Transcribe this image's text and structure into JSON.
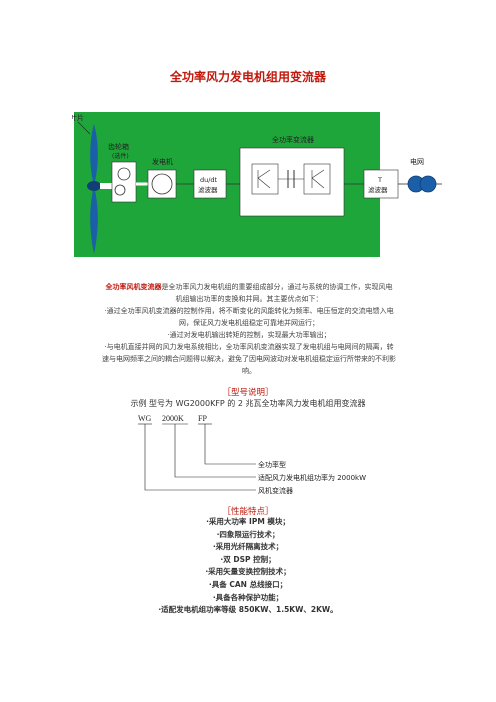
{
  "title": "全功率风力发电机组用变流器",
  "diagram": {
    "blade_label": "叶片",
    "gearbox_label": "齿轮箱",
    "gearbox_sub": "(选件)",
    "generator_label": "发电机",
    "converter_label": "全功率变流器",
    "dudt_label_1": "du/dt",
    "dudt_label_2": "滤波器",
    "t_label_1": "T",
    "t_label_2": "滤波器",
    "grid_label": "电网"
  },
  "intro": {
    "lead": "全功率风机变流器",
    "line1_rest": "是全功率风力发电机组的重要组成部分，通过与系统的协调工作，实现风电",
    "line2": "机组输出功率的变换和并网。其主要优点如下：",
    "line3": "·通过全功率风机变流器的控制作用，将不断变化的风能转化为频率、电压恒定的交流电馈入电",
    "line4": "网，保证风力发电机组稳定可靠地并网运行；",
    "line5": "·通过对发电机输出转矩的控制，实现最大功率输出；",
    "line6": "·与电机直接并网的风力发电系统相比，全功率风机变流器实现了发电机组与电网间的隔离，转",
    "line7": "速与电网频率之间的耦合问题得以解决，避免了因电网波动对发电机组稳定运行所带来的不利影",
    "line8": "响。"
  },
  "model_section": {
    "heading": "［型号说明］",
    "example": "示例  型号为 WG2000KFP 的 2 兆瓦全功率风力发电机组用变流器",
    "code_wg": "WG",
    "code_2000k": "2000K",
    "code_fp": "FP",
    "desc_fp": "全功率型",
    "desc_2000k": "适配风力发电机组功率为 2000kW",
    "desc_wg": "风机变流器"
  },
  "features_section": {
    "heading": "［性能特点］",
    "items": [
      "·采用大功率 IPM 模块；",
      "·四象限运行技术；",
      "·采用光纤隔离技术；",
      "·双 DSP 控制；",
      "·采用矢量变换控制技术；",
      "·具备 CAN 总线接口；",
      "·具备各种保护功能；",
      "·适配发电机组功率等级 850KW、1.5KW、2KW。"
    ]
  },
  "colors": {
    "title_red": "#c0180c",
    "diagram_bg": "#1fa63a",
    "blade_blue": "#1a5fa8"
  }
}
